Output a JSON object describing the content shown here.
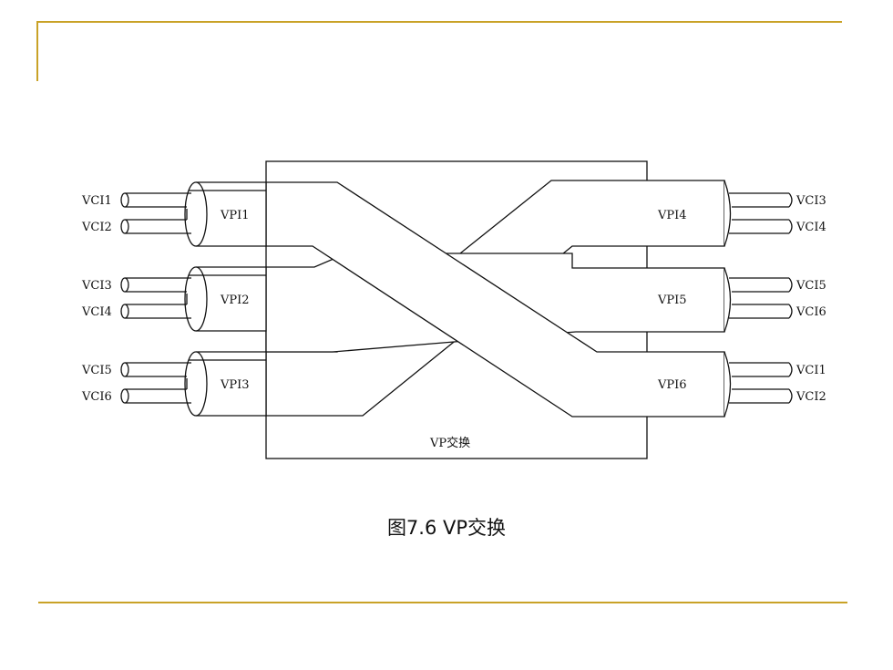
{
  "slide": {
    "caption": "图7.6   VP交换",
    "accent_color": "#c9a227"
  },
  "diagram": {
    "switch_label": "VP交换",
    "left_paths": [
      {
        "vpi": "VPI1",
        "vcis": [
          "VCI1",
          "VCI2"
        ]
      },
      {
        "vpi": "VPI2",
        "vcis": [
          "VCI3",
          "VCI4"
        ]
      },
      {
        "vpi": "VPI3",
        "vcis": [
          "VCI5",
          "VCI6"
        ]
      }
    ],
    "right_paths": [
      {
        "vpi": "VPI4",
        "vcis": [
          "VCI3",
          "VCI4"
        ]
      },
      {
        "vpi": "VPI5",
        "vcis": [
          "VCI5",
          "VCI6"
        ]
      },
      {
        "vpi": "VPI6",
        "vcis": [
          "VCI1",
          "VCI2"
        ]
      }
    ]
  }
}
